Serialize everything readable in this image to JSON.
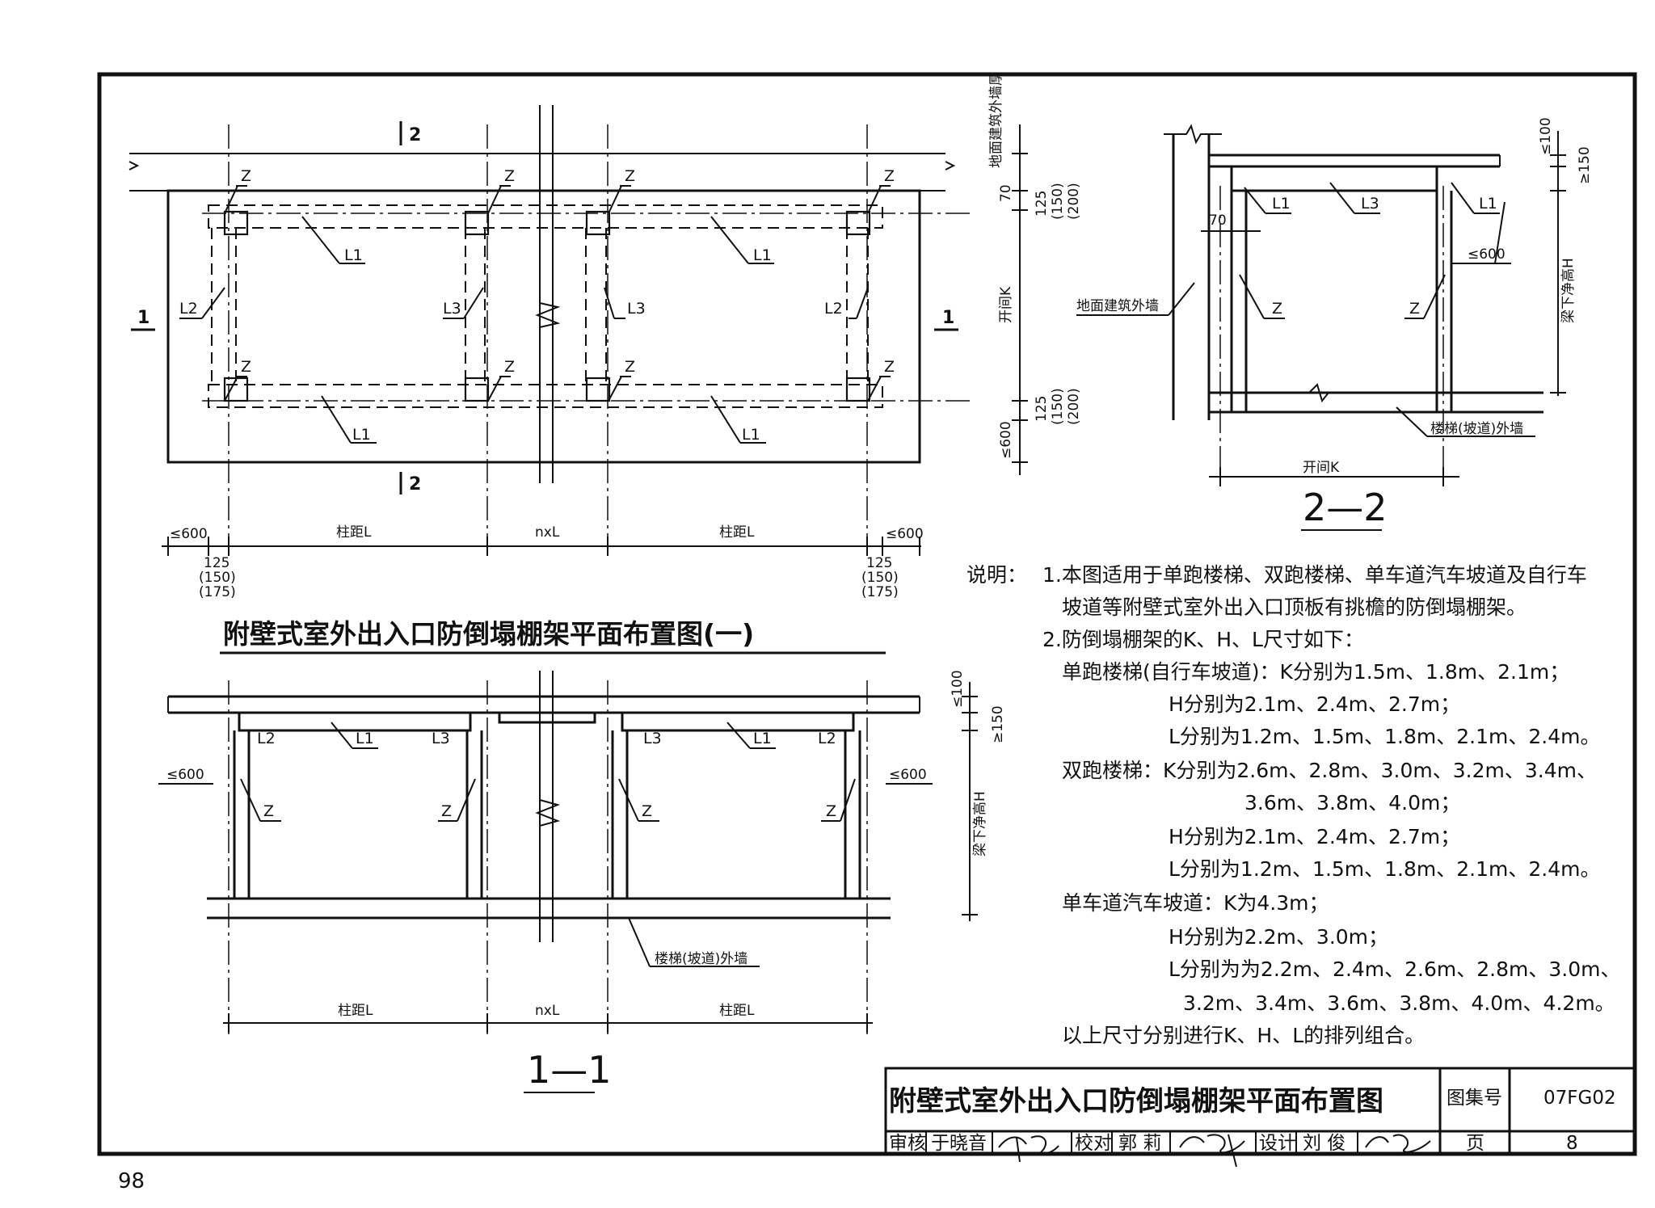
{
  "page_number": "98",
  "plan": {
    "title": "附壁式室外出入口防倒塌棚架平面布置图(一)",
    "cut_1": "1",
    "cut_2": "2",
    "label_Z": "Z",
    "label_L1": "L1",
    "label_L2": "L2",
    "label_L3": "L3",
    "dim_wall_top": "地面建筑外墙厚",
    "dim_70": "70",
    "dim_125_top": "125",
    "dim_150_top": "(150)",
    "dim_200_top": "(200)",
    "dim_kaijian": "开间K",
    "dim_125_bot": "125",
    "dim_150_bot": "(150)",
    "dim_200_bot": "(200)",
    "dim_600_v": "≤600",
    "dim_600_left": "≤600",
    "dim_600_right": "≤600",
    "dim_zhuju": "柱距L",
    "dim_nxl": "nxL",
    "dim_125_l": "125",
    "dim_150_l": "(150)",
    "dim_175_l": "(175)",
    "dim_125_r": "125",
    "dim_150_r": "(150)",
    "dim_175_r": "(175)"
  },
  "section11": {
    "title": "1—1",
    "dim_100": "≤100",
    "dim_150": "≥150",
    "dim_600_left": "≤600",
    "dim_600_right": "≤600",
    "dim_height": "梁下净高H",
    "stair_wall": "楼梯(坡道)外墙",
    "dim_zhuju": "柱距L",
    "dim_nxl": "nxL"
  },
  "section22": {
    "title": "2—2",
    "dim_100": "≤100",
    "dim_150": "≥150",
    "dim_70": "70",
    "dim_600": "≤600",
    "dim_height": "梁下净高H",
    "ground_wall": "地面建筑外墙",
    "stair_wall": "楼梯(坡道)外墙",
    "dim_kaijian": "开间K"
  },
  "notes": {
    "heading": "说明：",
    "lines": [
      "1.本图适用于单跑楼梯、双跑楼梯、单车道汽车坡道及自行车",
      "坡道等附壁式室外出入口顶板有挑檐的防倒塌棚架。",
      "2.防倒塌棚架的K、H、L尺寸如下：",
      "单跑楼梯(自行车坡道)：K分别为1.5m、1.8m、2.1m；",
      "H分别为2.1m、2.4m、2.7m；",
      "L分别为1.2m、1.5m、1.8m、2.1m、2.4m。",
      "双跑楼梯：K分别为2.6m、2.8m、3.0m、3.2m、3.4m、",
      "3.6m、3.8m、4.0m；",
      "H分别为2.1m、2.4m、2.7m；",
      "L分别为1.2m、1.5m、1.8m、2.1m、2.4m。",
      "单车道汽车坡道：K为4.3m；",
      "H分别为2.2m、3.0m；",
      "L分别为为2.2m、2.4m、2.6m、2.8m、3.0m、",
      "3.2m、3.4m、3.6m、3.8m、4.0m、4.2m。",
      "以上尺寸分别进行K、H、L的排列组合。"
    ]
  },
  "title_block": {
    "title": "附壁式室外出入口防倒塌棚架平面布置图",
    "atlas_label": "图集号",
    "atlas_no": "07FG02",
    "review_label": "审核",
    "review_name": "于晓音",
    "check_label": "校对",
    "check_name": "郭 莉",
    "design_label": "设计",
    "design_name": "刘 俊",
    "page_label": "页",
    "page_no": "8"
  }
}
